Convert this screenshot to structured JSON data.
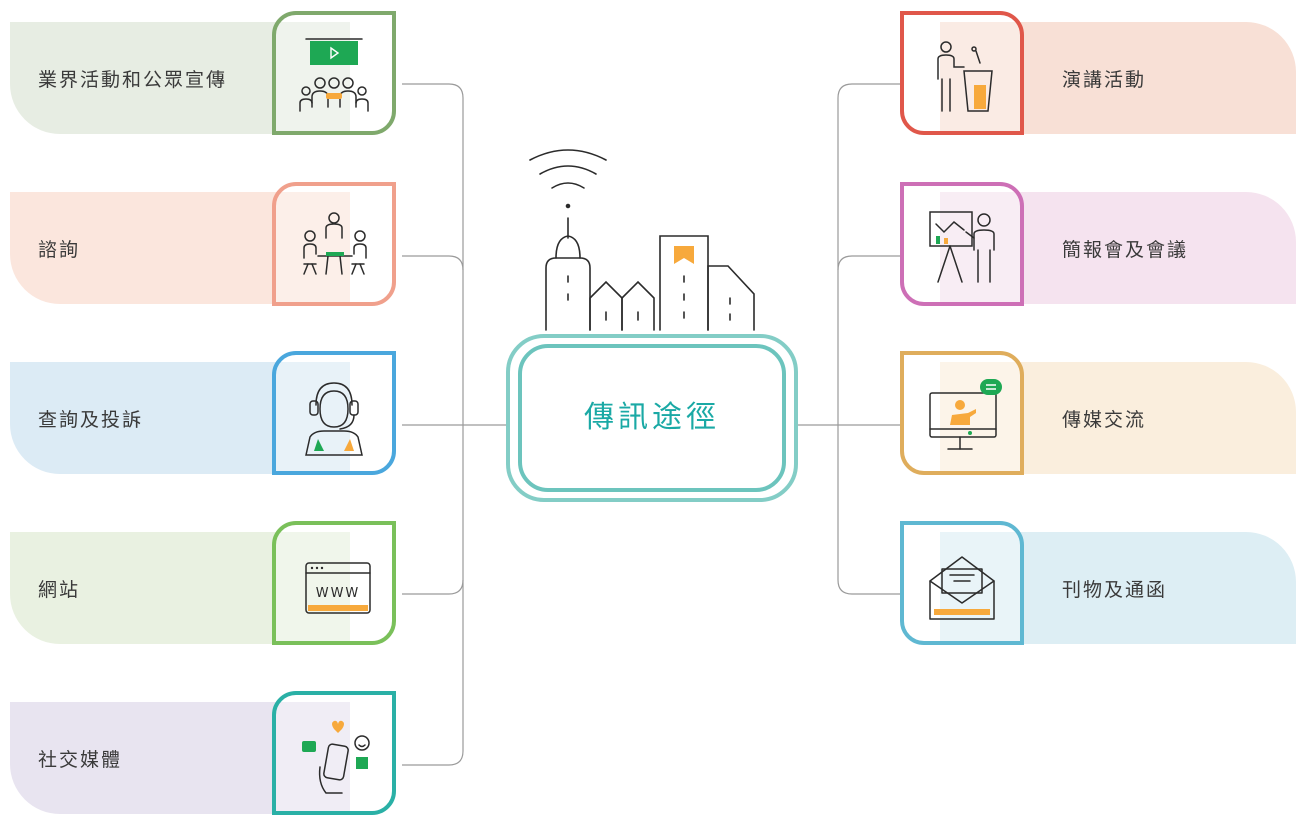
{
  "center": {
    "title": "傳訊途徑"
  },
  "left_items": [
    {
      "label": "業界活動和公眾宣傳",
      "icon": "presentation-screen-audience-icon",
      "border": "#7fa96c",
      "bg": "#e7ede3"
    },
    {
      "label": "諮詢",
      "icon": "consultation-meeting-icon",
      "border": "#f0a08c",
      "bg": "#fbe6dd"
    },
    {
      "label": "查詢及投訴",
      "icon": "headset-agent-icon",
      "border": "#4aa7dd",
      "bg": "#dcebf5"
    },
    {
      "label": "網站",
      "icon": "website-browser-icon",
      "border": "#7ac05a",
      "bg": "#e9f1e1"
    },
    {
      "label": "社交媒體",
      "icon": "smartphone-social-icon",
      "border": "#2ab0a6",
      "bg": "#e8e4f0"
    }
  ],
  "right_items": [
    {
      "label": "演講活動",
      "icon": "speaker-podium-icon",
      "border": "#e0574a",
      "bg": "#f8e0d6"
    },
    {
      "label": "簡報會及會議",
      "icon": "briefing-board-icon",
      "border": "#cd6fb6",
      "bg": "#f5e3ef"
    },
    {
      "label": "傳媒交流",
      "icon": "media-interview-monitor-icon",
      "border": "#dfad5c",
      "bg": "#faeedd"
    },
    {
      "label": "刊物及通函",
      "icon": "envelope-letter-icon",
      "border": "#5fb8d2",
      "bg": "#ddeef4"
    }
  ]
}
